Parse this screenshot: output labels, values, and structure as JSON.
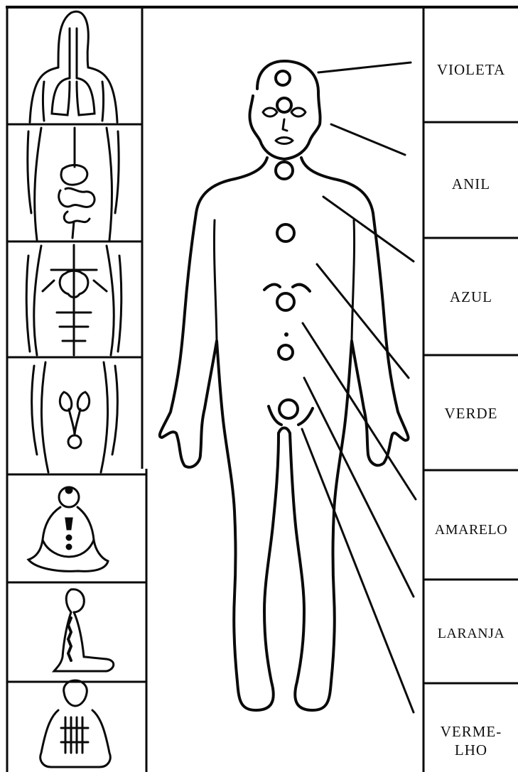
{
  "colors": {
    "ink": "#0a0a0a",
    "background": "#ffffff"
  },
  "chakras": [
    {
      "id": "violeta",
      "label": "VIOLETA"
    },
    {
      "id": "anil",
      "label": "ANIL"
    },
    {
      "id": "azul",
      "label": "AZUL"
    },
    {
      "id": "verde",
      "label": "VERDE"
    },
    {
      "id": "amarelo",
      "label": "AMARELO"
    },
    {
      "id": "laranja",
      "label": "LARANJA"
    },
    {
      "id": "vermelho",
      "label_lines": [
        "VERME-",
        "LHO"
      ]
    }
  ],
  "left_panels": [
    {
      "name": "respiratory-system-illustration"
    },
    {
      "name": "digestive-system-illustration"
    },
    {
      "name": "circulatory-system-illustration"
    },
    {
      "name": "urinary-system-illustration"
    },
    {
      "name": "meditation-chakra-points-illustration"
    },
    {
      "name": "meditation-spine-side-illustration"
    },
    {
      "name": "meditation-back-muscles-illustration"
    }
  ]
}
